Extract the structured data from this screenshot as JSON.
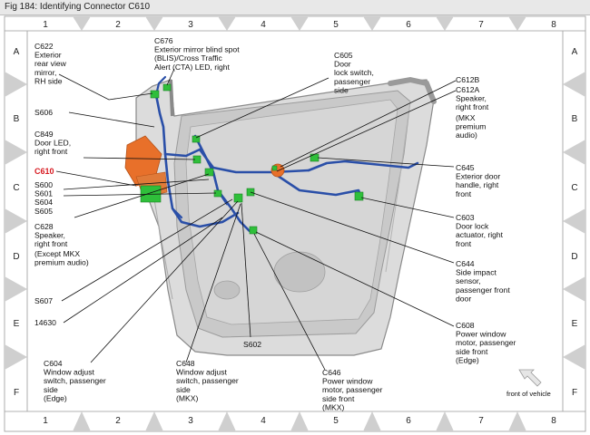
{
  "title": "Fig 184: Identifying Connector C610",
  "grid": {
    "columns": [
      "1",
      "2",
      "3",
      "4",
      "5",
      "6",
      "7",
      "8"
    ],
    "rows": [
      "A",
      "B",
      "C",
      "D",
      "E",
      "F"
    ]
  },
  "labels": {
    "c622": [
      "C622",
      "Exterior",
      "rear view",
      "mirror,",
      "RH side"
    ],
    "c676": [
      "C676",
      "Exterior mirror blind spot",
      "(BLIS)/Cross Traffic",
      "Alert (CTA) LED, right"
    ],
    "c605": [
      "C605",
      "Door",
      "lock switch,",
      "passenger",
      "side"
    ],
    "c612b": [
      "C612B"
    ],
    "c612a": [
      "C612A",
      "Speaker,",
      "right front"
    ],
    "c612a_note": [
      "(MKX",
      "premium",
      "audio)"
    ],
    "s606": "S606",
    "c849": [
      "C849",
      "Door LED,",
      "right front"
    ],
    "c610": "C610",
    "s_group": [
      "S600",
      "S601",
      "S604",
      "S605"
    ],
    "c628": [
      "C628",
      "Speaker,",
      "right front"
    ],
    "c628_note": [
      "(Except MKX",
      "premium audio)"
    ],
    "c645": [
      "C645",
      "Exterior door",
      "handle, right",
      "front"
    ],
    "c603": [
      "C603",
      "Door lock",
      "actuator, right",
      "front"
    ],
    "c644": [
      "C644",
      "Side impact",
      "sensor,",
      "passenger front",
      "door"
    ],
    "s607": "S607",
    "n14630": "14630",
    "c608": [
      "C608",
      "Power window",
      "motor, passenger",
      "side front",
      "(Edge)"
    ],
    "s602": "S602",
    "c604": [
      "C604",
      "Window adjust",
      "switch, passenger",
      "side",
      "(Edge)"
    ],
    "c648": [
      "C648",
      "Window adjust",
      "switch, passenger",
      "side",
      "(MKX)"
    ],
    "c646": [
      "C646",
      "Power window",
      "motor, passenger",
      "side front",
      "(MKX)"
    ],
    "front_of_vehicle": "front of vehicle"
  },
  "colors": {
    "harness": "#2a4fa8",
    "connector_green": "#2fbf3a",
    "connector_orange": "#e8702a",
    "highlight_red": "#d71920",
    "door_panel": "#d9d9d9"
  }
}
